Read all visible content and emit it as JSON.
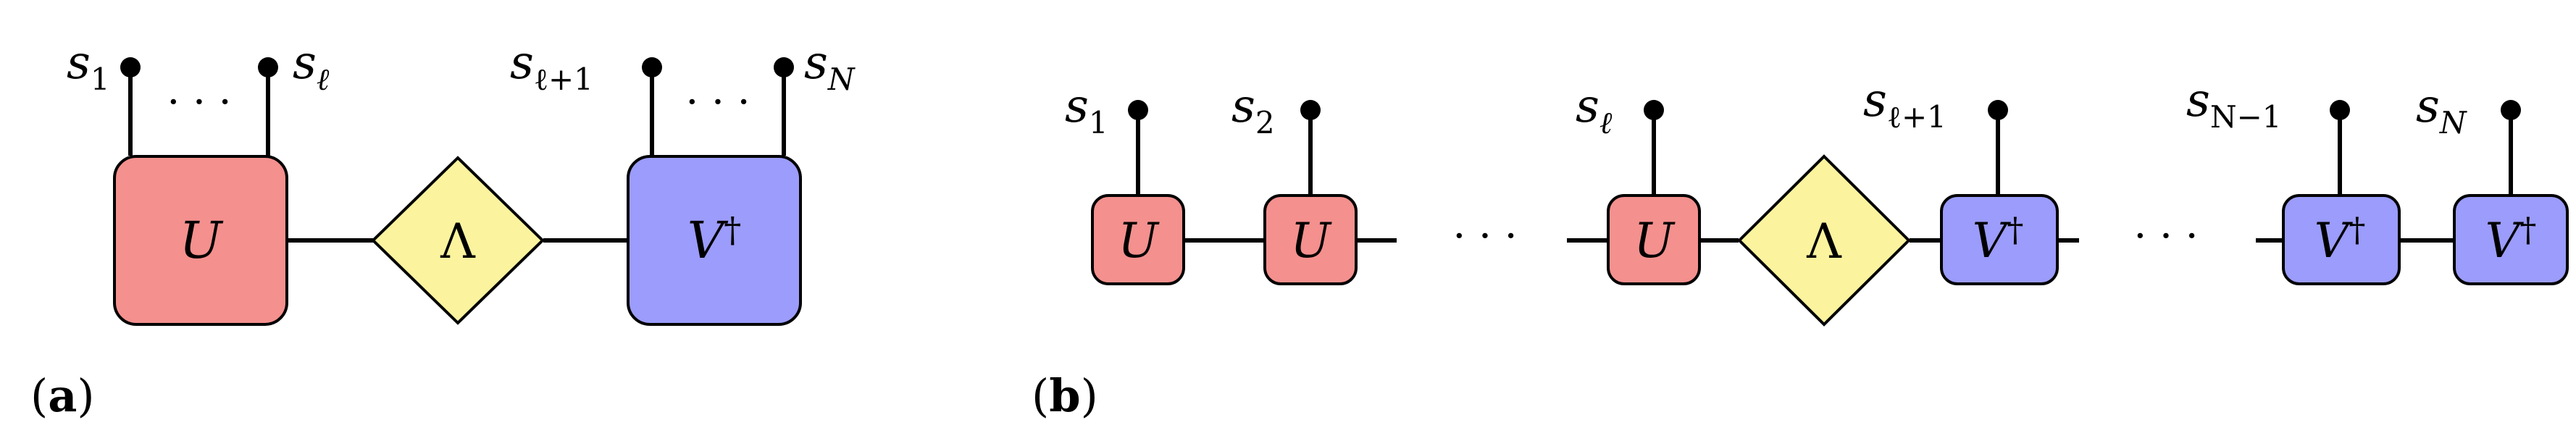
{
  "colors": {
    "U": "#f4908e",
    "Lambda": "#fbf39e",
    "V": "#9b9cfb"
  },
  "panel_a": {
    "label_open": "(",
    "label_letter": "a",
    "label_close": ")",
    "U": "U",
    "Lambda": "Λ",
    "V": "V",
    "dagger": "†",
    "ellipsis": "· · ·",
    "s1": {
      "base": "s",
      "sub": "1"
    },
    "sl": {
      "base": "s",
      "sub": "ℓ"
    },
    "sl1": {
      "base": "s",
      "sub": "ℓ+1"
    },
    "sN": {
      "base": "s",
      "sub": "N"
    }
  },
  "panel_b": {
    "label_open": "(",
    "label_letter": "b",
    "label_close": ")",
    "U": "U",
    "Lambda": "Λ",
    "V": "V",
    "dagger": "†",
    "ellipsis": "· · ·",
    "s1": {
      "base": "s",
      "sub": "1"
    },
    "s2": {
      "base": "s",
      "sub": "2"
    },
    "sl": {
      "base": "s",
      "sub": "ℓ"
    },
    "sl1": {
      "base": "s",
      "sub": "ℓ+1"
    },
    "sN1": {
      "base": "s",
      "sub": "N−1"
    },
    "sN": {
      "base": "s",
      "sub": "N"
    }
  }
}
